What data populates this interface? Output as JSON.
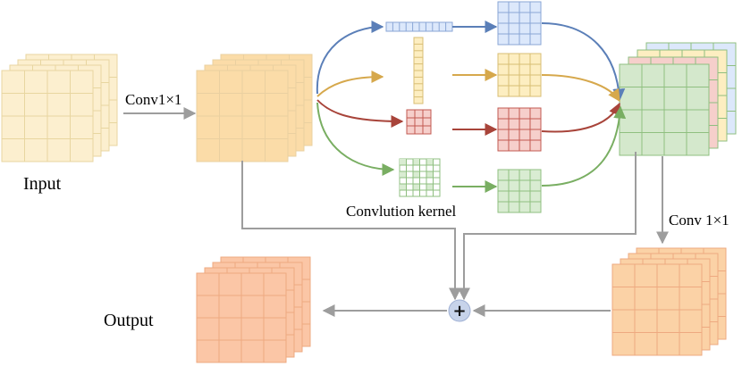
{
  "labels": {
    "input": "Input",
    "conv_first": "Conv1×1",
    "kernel": "Convlution kernel",
    "conv_second": "Conv 1×1",
    "output": "Output",
    "add_symbol": "+"
  },
  "colors": {
    "input_fill": "#fcefcf",
    "input_line": "#e8d6a0",
    "stage1_fill": "#fbdca8",
    "stage1_line": "#ead0a0",
    "blue_fill": "#dce8fb",
    "blue_line": "#8aa6d6",
    "yellow_fill": "#fdeec1",
    "yellow_line": "#d8be74",
    "red_fill": "#f6cfcb",
    "red_line": "#c25a50",
    "green_fill": "#d9ecd2",
    "green_line": "#8fbf80",
    "concat_green": "#d4e8cc",
    "output_fill": "#fbc6a6",
    "output_line": "#eea980",
    "post_conv_fill": "#fbd2a6",
    "gray_line": "#9d9d9d",
    "arrow_blue": "#5b7fb8",
    "arrow_yellow": "#d6a84c",
    "arrow_red": "#a8443a",
    "arrow_green": "#79ae62",
    "add_node": "#c7d3ea"
  },
  "icons": {
    "add_node": "plus-circle-icon"
  }
}
